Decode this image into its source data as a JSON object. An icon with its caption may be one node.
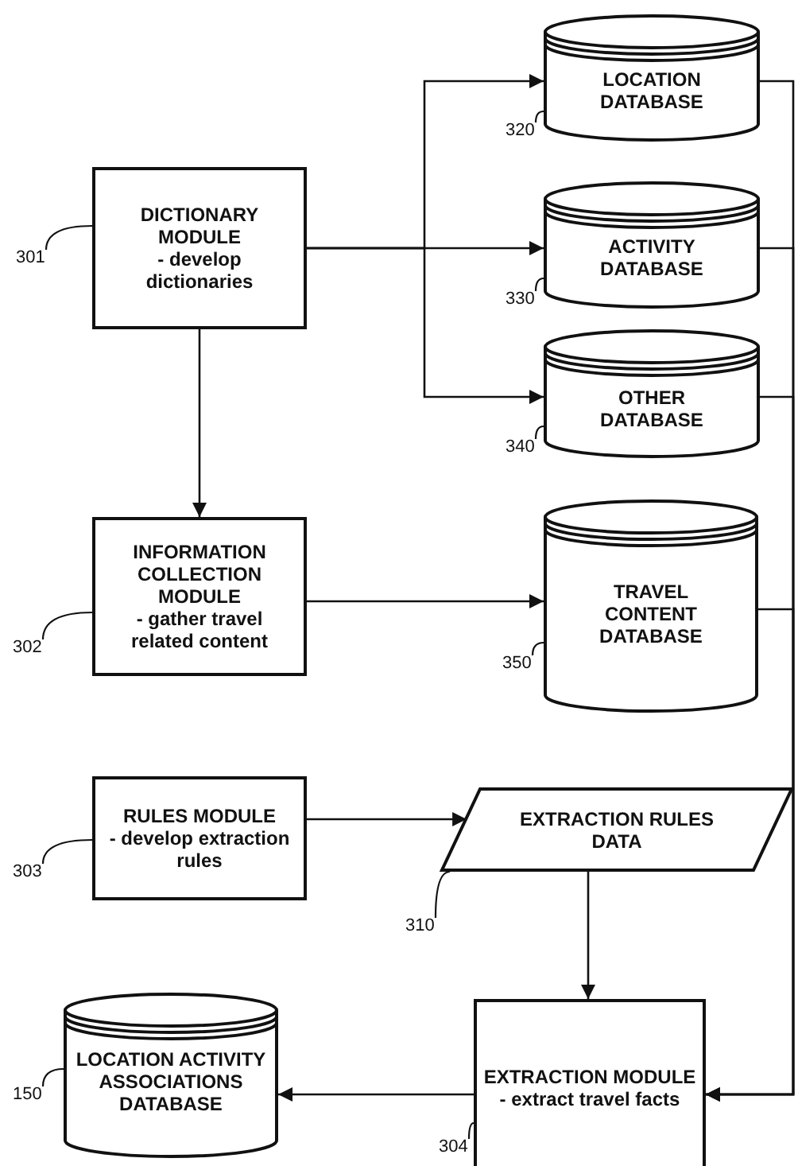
{
  "diagram": {
    "nodes": [
      {
        "text": [
          "DICTIONARY MODULE",
          "- develop dictionaries"
        ]
      },
      {
        "text": [
          "LOCATION DATABASE"
        ]
      },
      {
        "text": [
          "ACTIVITY DATABASE"
        ]
      },
      {
        "text": [
          "OTHER DATABASE"
        ]
      },
      {
        "text": [
          "INFORMATION COLLECTION MODULE",
          "- gather travel related content"
        ]
      },
      {
        "text": [
          "TRAVEL CONTENT DATABASE"
        ]
      },
      {
        "text": [
          "RULES MODULE",
          "- develop extraction rules"
        ]
      },
      {
        "text": [
          "EXTRACTION RULES DATA"
        ]
      },
      {
        "text": [
          "EXTRACTION MODULE",
          "- extract travel facts"
        ]
      },
      {
        "text": [
          "LOCATION ACTIVITY ASSOCIATIONS DATABASE"
        ]
      },
      {
        "text": [
          "301"
        ]
      },
      {
        "text": [
          "320"
        ]
      },
      {
        "text": [
          "330"
        ]
      },
      {
        "text": [
          "340"
        ]
      },
      {
        "text": [
          "302"
        ]
      },
      {
        "text": [
          "350"
        ]
      },
      {
        "text": [
          "303"
        ]
      },
      {
        "text": [
          "310"
        ]
      },
      {
        "text": [
          "304"
        ]
      },
      {
        "text": [
          "150"
        ]
      }
    ],
    "edges": [
      {
        "from": 0,
        "to": 1,
        "arrow": "to"
      },
      {
        "from": 0,
        "to": 2,
        "arrow": "to"
      },
      {
        "from": 0,
        "to": 3,
        "arrow": "to"
      },
      {
        "from": 0,
        "to": 4,
        "arrow": "to"
      },
      {
        "from": 4,
        "to": 5,
        "arrow": "to"
      },
      {
        "from": 6,
        "to": 7,
        "arrow": "to"
      },
      {
        "from": 7,
        "to": 8,
        "arrow": "to"
      },
      {
        "from": 1,
        "to": 8,
        "arrow": "to"
      },
      {
        "from": 2,
        "to": 8,
        "arrow": "to"
      },
      {
        "from": 3,
        "to": 8,
        "arrow": "to"
      },
      {
        "from": 5,
        "to": 8,
        "arrow": "to"
      },
      {
        "from": 8,
        "to": 9,
        "arrow": "to"
      },
      {
        "from": 10,
        "to": 0,
        "arrow": "none"
      },
      {
        "from": 11,
        "to": 1,
        "arrow": "none"
      },
      {
        "from": 12,
        "to": 2,
        "arrow": "none"
      },
      {
        "from": 13,
        "to": 3,
        "arrow": "none"
      },
      {
        "from": 14,
        "to": 4,
        "arrow": "none"
      },
      {
        "from": 15,
        "to": 5,
        "arrow": "none"
      },
      {
        "from": 16,
        "to": 6,
        "arrow": "none"
      },
      {
        "from": 17,
        "to": 7,
        "arrow": "none"
      },
      {
        "from": 18,
        "to": 8,
        "arrow": "none"
      },
      {
        "from": 19,
        "to": 9,
        "arrow": "none"
      }
    ]
  }
}
